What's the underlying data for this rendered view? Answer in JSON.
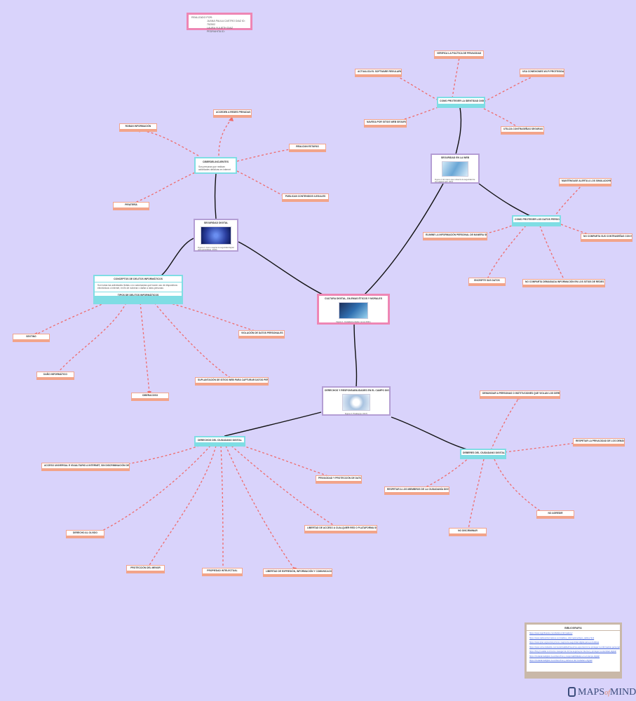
{
  "authors": {
    "heading": "REALIZADO POR:",
    "line1": "JUANA PAULA CASTRO DIAZ ID: 752502",
    "line2": "LAURA YULIETH DIAZ PEDRAHITA ID:"
  },
  "central": {
    "title": "CULTURA DIGITAL, DILEMAS ÉTICOS Y MORALES",
    "caption": "Figura 1. Ciudadanía digital. (uv.es 2021)"
  },
  "seg_digital": {
    "title": "SEGURIDAD DIGITAL",
    "caption": "Figura 2. Cómo mejorar la seguridad digital para periodistas. 2019)"
  },
  "cibercrim": {
    "title": "CIBERDELINCUENTES",
    "desc": "Son personas que realizan actividades delictivas en internet"
  },
  "cibercrim_leaves": {
    "l1": "ROBAN INFORMACIÓN",
    "l2": "ACCEDEN A REDES PRIVADAS",
    "l3": "REALIZAN ESTAFAS",
    "l4": "PIRATERÍA",
    "l5": "PUBLICAN CONTENIDOS ILEGALES"
  },
  "delitos": {
    "title": "CONCEPTOS DE DELITOS INFORMÁTICOS",
    "desc": "Son todas las actividades ilícitas o no autorizadas que hacen uso de dispositivos electrónicos o internet, en fin de vulnerar o dañar a otras personas",
    "subtitle": "TIPOS DE DELITOS INFORMÁTICOS"
  },
  "delitos_leaves": {
    "l1": "SEXTING",
    "l2": "DAÑO INFORMÁTICO",
    "l3": "CIBERACOSO",
    "l4": "SUPLANTACIÓN DE SITIOS WEB PARA CAPTURAR DATOS PERSONALES",
    "l5": "VIOLACIÓN DE DATOS PERSONALES"
  },
  "seg_red": {
    "title": "SEGURIDAD EN LA WEB",
    "caption": "Figura 4. El mismo que refuerza la seguridad de sus página web. 2021"
  },
  "proteger_id": {
    "title": "COMO PROTEGER LA IDENTIDAD DIGITAL",
    "l1": "VERIFICA LA POLÍTICA DE PRIVACIDAD",
    "l2": "ACTUALIZA EL SOFTWARE REGULARMENTE",
    "l3": "USA CONEXIONES WI-FI PROTEGIDAS",
    "l4": "NAVEGA POR SITIOS WEB SEGUROS",
    "l5": "UTILIZA CONTRASEÑAS SEGURAS"
  },
  "proteger_datos": {
    "title": "COMO PROTEGER LOS DATOS PERSONALES",
    "l1": "MANTÉNGASE ALERTA A LOS SIMULADORES",
    "l2": "ELIMINE LA INFORMACIÓN PERSONAL DE MANERA SEGURA",
    "l3": "NO COMPARTA SUS CONTRASEÑAS CON NADIE",
    "l4": "ENCRIPTE SUS DATOS",
    "l5": "NO COMPARTA DEMASIADA INFORMACIÓN EN LOS SITIOS DE REDES SOCIALES"
  },
  "derechos_resp": {
    "title": "DERECHOS Y RESPONSABILIDADES EN EL CAMPO DIGITAL",
    "caption": "Figura 3. Pixabay(uv 2017)"
  },
  "derechos": {
    "title": "DERECHOS DEL CIUDADANO DIGITAL",
    "l1": "ACCESO UNIVERSAL E IGUALITARIO A INTERNET, SIN DISCRIMINACIÓN DE NINGÚN TIPO",
    "l2": "PRIVACIDAD Y PROTECCIÓN DE DATOS",
    "l3": "DERECHO AL OLVIDO",
    "l4": "LIBERTAD DE ACCESO A CUALQUIER RED O PLATAFORMA SOCIAL",
    "l5": "PROTECCIÓN DEL MENOR",
    "l6": "PROPIEDAD INTELECTUAL",
    "l7": "LIBERTAD DE EXPRESIÓN, INFORMACIÓN Y COMUNICACIÓN"
  },
  "deberes": {
    "title": "DEBERES DEL CIUDADANO DIGITAL",
    "l1": "DENUNCIAR A PERSONAS O INSTITUCIONES QUE VIOLAN LOS DERECHOS",
    "l2": "RESPETAR LA PRIVACIDAD DE LOS DEMÁS",
    "l3": "RESPETAR A LOS MIEMBROS DE LA CIUDADANÍA DIGITAL",
    "l4": "NO AGREDIR",
    "l5": "NO DISCRIMINAR"
  },
  "bibliografia": {
    "title": "BIBLIOGRAFIA",
    "links": [
      "https://www.significados.com/delitos-informaticos/",
      "https://www.delitosinformaticos.com/delitos_informaticos/tipos_delitos.html",
      "https://www.ijnet.org/es/story/como-mejorar-la-seguridad-digital-para-periodistas",
      "https://www.universidadviu.com/es/actualidad/nuestros-expertos/como-proteger-tu-informacion-personal",
      "https://blog.hostalia.com/como-navegar-de-forma-segura-por-internet-y-proteger-tu-identidad-digital/",
      "https://ciudadaniadigital.uv.es/derechos-y-responsabilidades-en-el-campo-digital/",
      "https://ciudadaniadigital.uv.es/derechos-y-deberes-del-ciudadano-digital/"
    ]
  },
  "logo": {
    "maps": "MAPS",
    "of": "of",
    "mind": "MIND"
  }
}
